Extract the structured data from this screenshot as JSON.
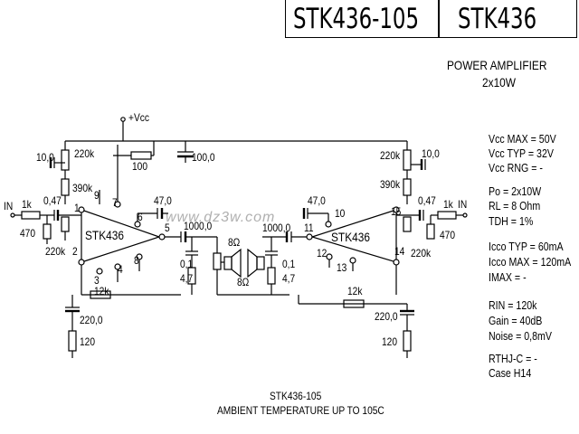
{
  "title": {
    "part_number": "STK436-105",
    "series": "STK436"
  },
  "description": {
    "line1": "POWER AMPLIFIER",
    "line2": "2x10W"
  },
  "specs": [
    "Vcc MAX = 50V",
    "Vcc TYP = 32V",
    "Vcc RNG = -",
    "Po = 2x10W",
    "RL = 8 Ohm",
    "TDH = 1%",
    "Icco TYP = 60mA",
    "Icco MAX = 120mA",
    "IMAX = -",
    "RIN = 120k",
    "Gain = 40dB",
    "Noise = 0,8mV",
    "RTHJ-C = -",
    "Case H14"
  ],
  "footer": {
    "line1": "STK436-105",
    "line2": "AMBIENT TEMPERATURE UP TO 105C"
  },
  "watermark": "www.dz3w.com",
  "supply_label": "+Vcc",
  "ic_label": "STK436",
  "left_channel": {
    "input": "IN",
    "components": [
      "10,0",
      "220k",
      "390k",
      "0,47",
      "1k",
      "470",
      "220k",
      "100",
      "47,0",
      "1000,0",
      "0,1",
      "4,7",
      "12k",
      "220,0",
      "120"
    ],
    "pins": [
      "1",
      "2",
      "3",
      "4",
      "5",
      "6",
      "7",
      "8",
      "9"
    ],
    "speaker": "8Ω"
  },
  "right_channel": {
    "input": "IN",
    "components": [
      "220k",
      "10,0",
      "390k",
      "0,47",
      "1k",
      "470",
      "220k",
      "47,0",
      "1000,0",
      "0,1",
      "4,7",
      "12k",
      "220,0",
      "120"
    ],
    "pins": [
      "10",
      "11",
      "12",
      "13",
      "14",
      "15"
    ],
    "speaker": "8Ω"
  },
  "supply_cap": "100,0"
}
